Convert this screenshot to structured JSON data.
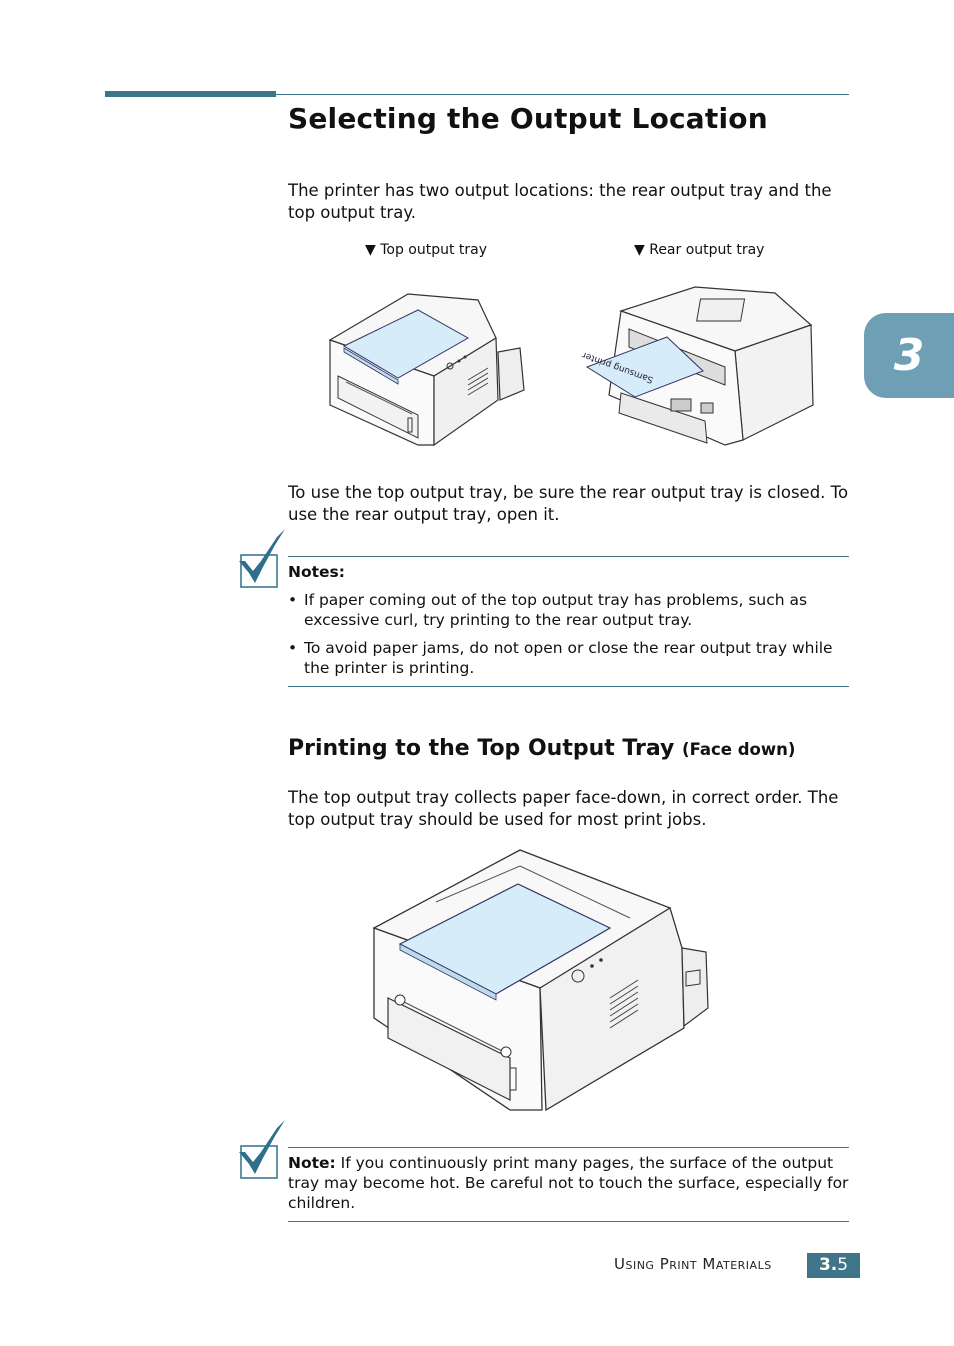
{
  "section_title": "Selecting the Output Location",
  "intro": "The printer has two output locations: the rear output tray and the top output tray.",
  "captions": {
    "top": "▼ Top output tray",
    "rear": "▼ Rear output tray"
  },
  "paper_label": "Samsung printer",
  "instruction": "To use the top output tray, be sure the rear output tray is closed. To use the rear output tray, open it.",
  "notes": {
    "heading": "Notes:",
    "items": [
      "If paper coming out of the top output tray has problems, such as excessive curl, try printing to the rear output tray.",
      "To avoid paper jams, do not open or close the rear output tray while the printer is printing."
    ]
  },
  "subsection": {
    "title": "Printing to the Top Output Tray",
    "suffix": "(Face down)",
    "body": "The top output tray collects paper face-down, in correct order. The top output tray should be used for most print jobs."
  },
  "note2": {
    "label": "Note:",
    "text": " If you continuously print many pages, the surface of the output tray may become hot. Be careful not to touch the surface, especially for children."
  },
  "chapter_tab": "3",
  "footer": {
    "section_name": "Using Print Materials",
    "page_chapter": "3.",
    "page_number": "5"
  },
  "colors": {
    "accent": "#3f7489",
    "tab": "#6e9fb5",
    "paper": "#d6ecf8",
    "check": "#2f6f8c"
  }
}
